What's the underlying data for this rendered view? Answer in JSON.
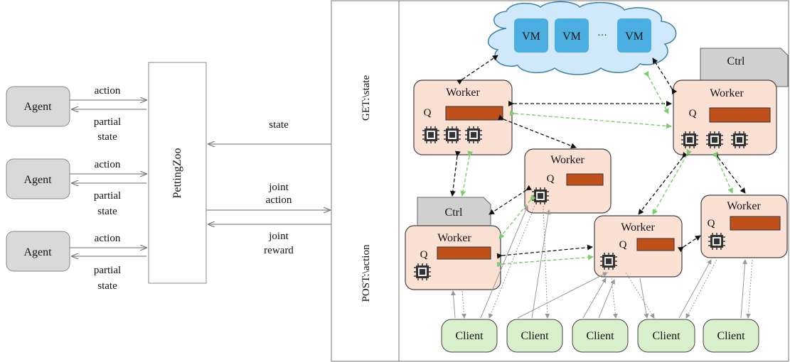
{
  "agents": [
    {
      "label": "Agent",
      "action": "action",
      "partial1": "partial",
      "partial2": "state"
    },
    {
      "label": "Agent",
      "action": "action",
      "partial1": "partial",
      "partial2": "state"
    },
    {
      "label": "Agent",
      "action": "action",
      "partial1": "partial",
      "partial2": "state"
    }
  ],
  "env": {
    "label": "PettingZoo"
  },
  "links": {
    "state": "state",
    "joint_action_1": "joint",
    "joint_action_2": "action",
    "joint_reward_1": "joint",
    "joint_reward_2": "reward"
  },
  "api": {
    "get": "GET:\\state",
    "post": "POST:\\action"
  },
  "cloud": {
    "vm": "VM",
    "ellipsis": "···"
  },
  "workers": {
    "label": "Worker",
    "queue": "Q"
  },
  "ctrl": {
    "label": "Ctrl"
  },
  "client": {
    "label": "Client"
  },
  "colors": {
    "agent_fill": "#d9d9d9",
    "worker_fill": "#fbe0d4",
    "worker_stroke": "#444444",
    "queue_fill": "#c0501a",
    "client_fill": "#d9f0cc",
    "cloud_fill": "#cfe9fb",
    "vm_fill": "#4aaee0",
    "ctrl_fill": "#d0d0d0",
    "arrow_gray": "#888888",
    "arrow_green": "#7fcc70"
  }
}
